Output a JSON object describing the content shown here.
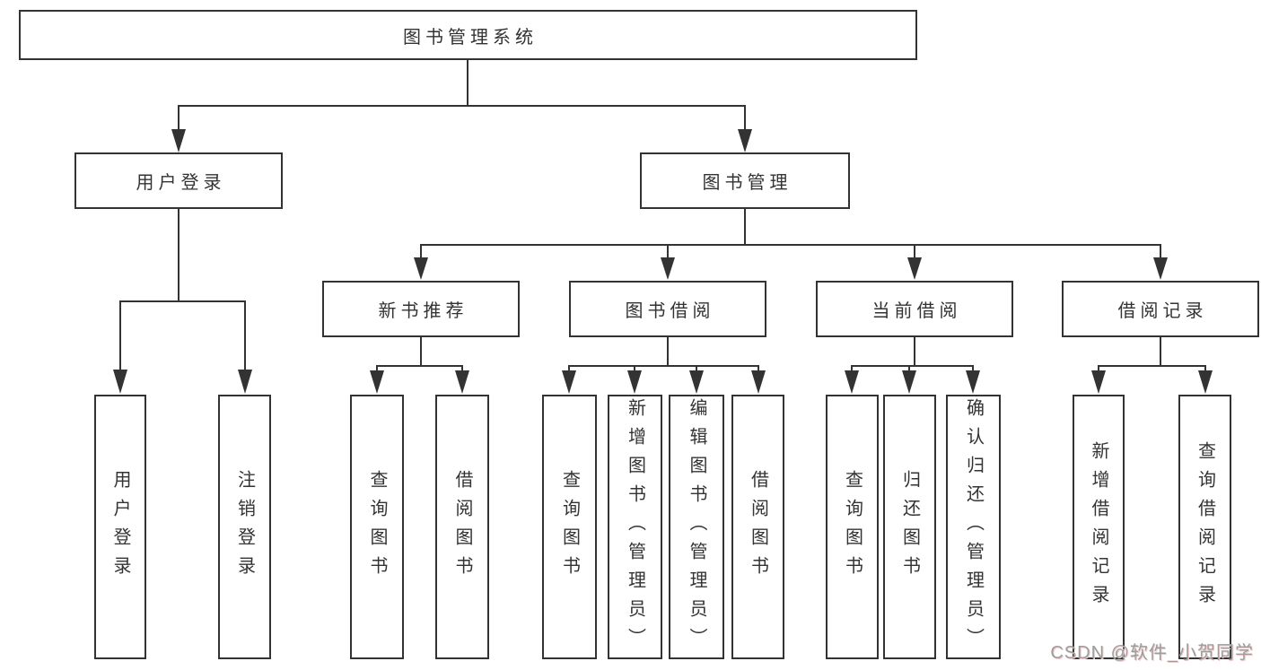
{
  "tree": {
    "root": "图书管理系统",
    "level2": {
      "user_login": "用户登录",
      "book_mgmt": "图书管理"
    },
    "level3": {
      "new_book_rec": "新书推荐",
      "book_borrow": "图书借阅",
      "current_borrow": "当前借阅",
      "borrow_record": "借阅记录"
    },
    "leaves": {
      "user_login": "用户登录",
      "logout": "注销登录",
      "rec_query_book": "查询图书",
      "rec_borrow_book": "借阅图书",
      "bb_query_book": "查询图书",
      "bb_add_book": "新增图书（管理员）",
      "bb_edit_book": "编辑图书（管理员）",
      "bb_borrow_book": "借阅图书",
      "cb_query_book": "查询图书",
      "cb_return_book": "归还图书",
      "cb_confirm_return": "确认归还（管理员）",
      "br_add_record": "新增借阅记录",
      "br_query_record": "查询借阅记录"
    }
  },
  "watermark": "CSDN @软件_小贺同学",
  "colors": {
    "line": "#333333",
    "box_border": "#333333",
    "box_fill": "#ffffff",
    "text": "#333333",
    "watermark": "#9d9d9d"
  }
}
